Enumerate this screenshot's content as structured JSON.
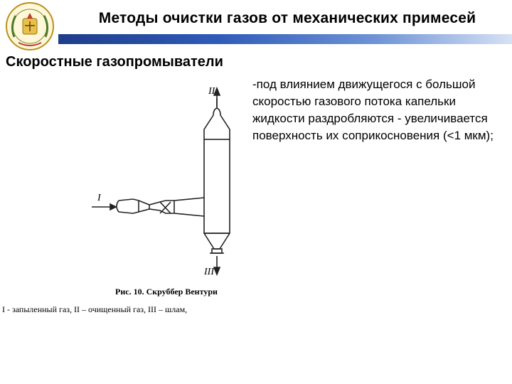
{
  "header": {
    "title": "Методы очистки газов от механических примесей"
  },
  "slide": {
    "subtitle": "Скоростные газопромыватели",
    "bullet": "-под влиянием движущегося с большой скоростью газового потока капельки жидкости раздробляются - увеличивается поверхность их соприкосновения (<1 мкм);"
  },
  "figure": {
    "labels": {
      "inlet": "I",
      "outlet": "II",
      "sludge": "III"
    },
    "caption": "Рис. 10. Скруббер Вентури",
    "legend": "I - запыленный газ, II – очищенный газ, III – шлам,"
  },
  "colors": {
    "title_bar_start": "#1e3d8a",
    "title_bar_end": "#d6e2f5"
  }
}
